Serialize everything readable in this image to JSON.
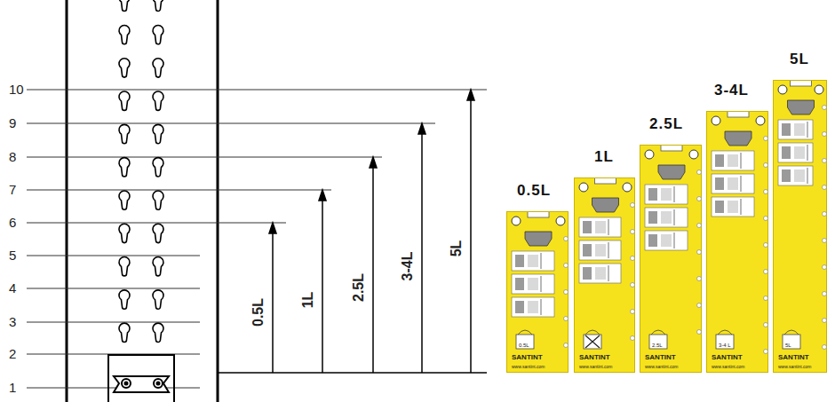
{
  "diagram": {
    "nodes": [
      {
        "text": [
          "0.5L",
          "0.5L",
          "SANTINT",
          "www.santint.com"
        ]
      },
      {
        "text": [
          "1L",
          "SANTINT",
          "www.santint.com"
        ]
      },
      {
        "text": [
          "2.5L",
          "2.5L",
          "SANTINT",
          "www.santint.com"
        ]
      },
      {
        "text": [
          "3-4L",
          "3-4 L",
          "SANTINT",
          "www.santint.com"
        ]
      },
      {
        "text": [
          "5L",
          "5L",
          "SANTINT",
          "www.santint.com"
        ]
      }
    ],
    "labels": [
      "1",
      "2",
      "3",
      "4",
      "5",
      "6",
      "7",
      "8",
      "9",
      "10",
      "0.5L",
      "1L",
      "2.5L",
      "3-4L",
      "5L"
    ]
  }
}
